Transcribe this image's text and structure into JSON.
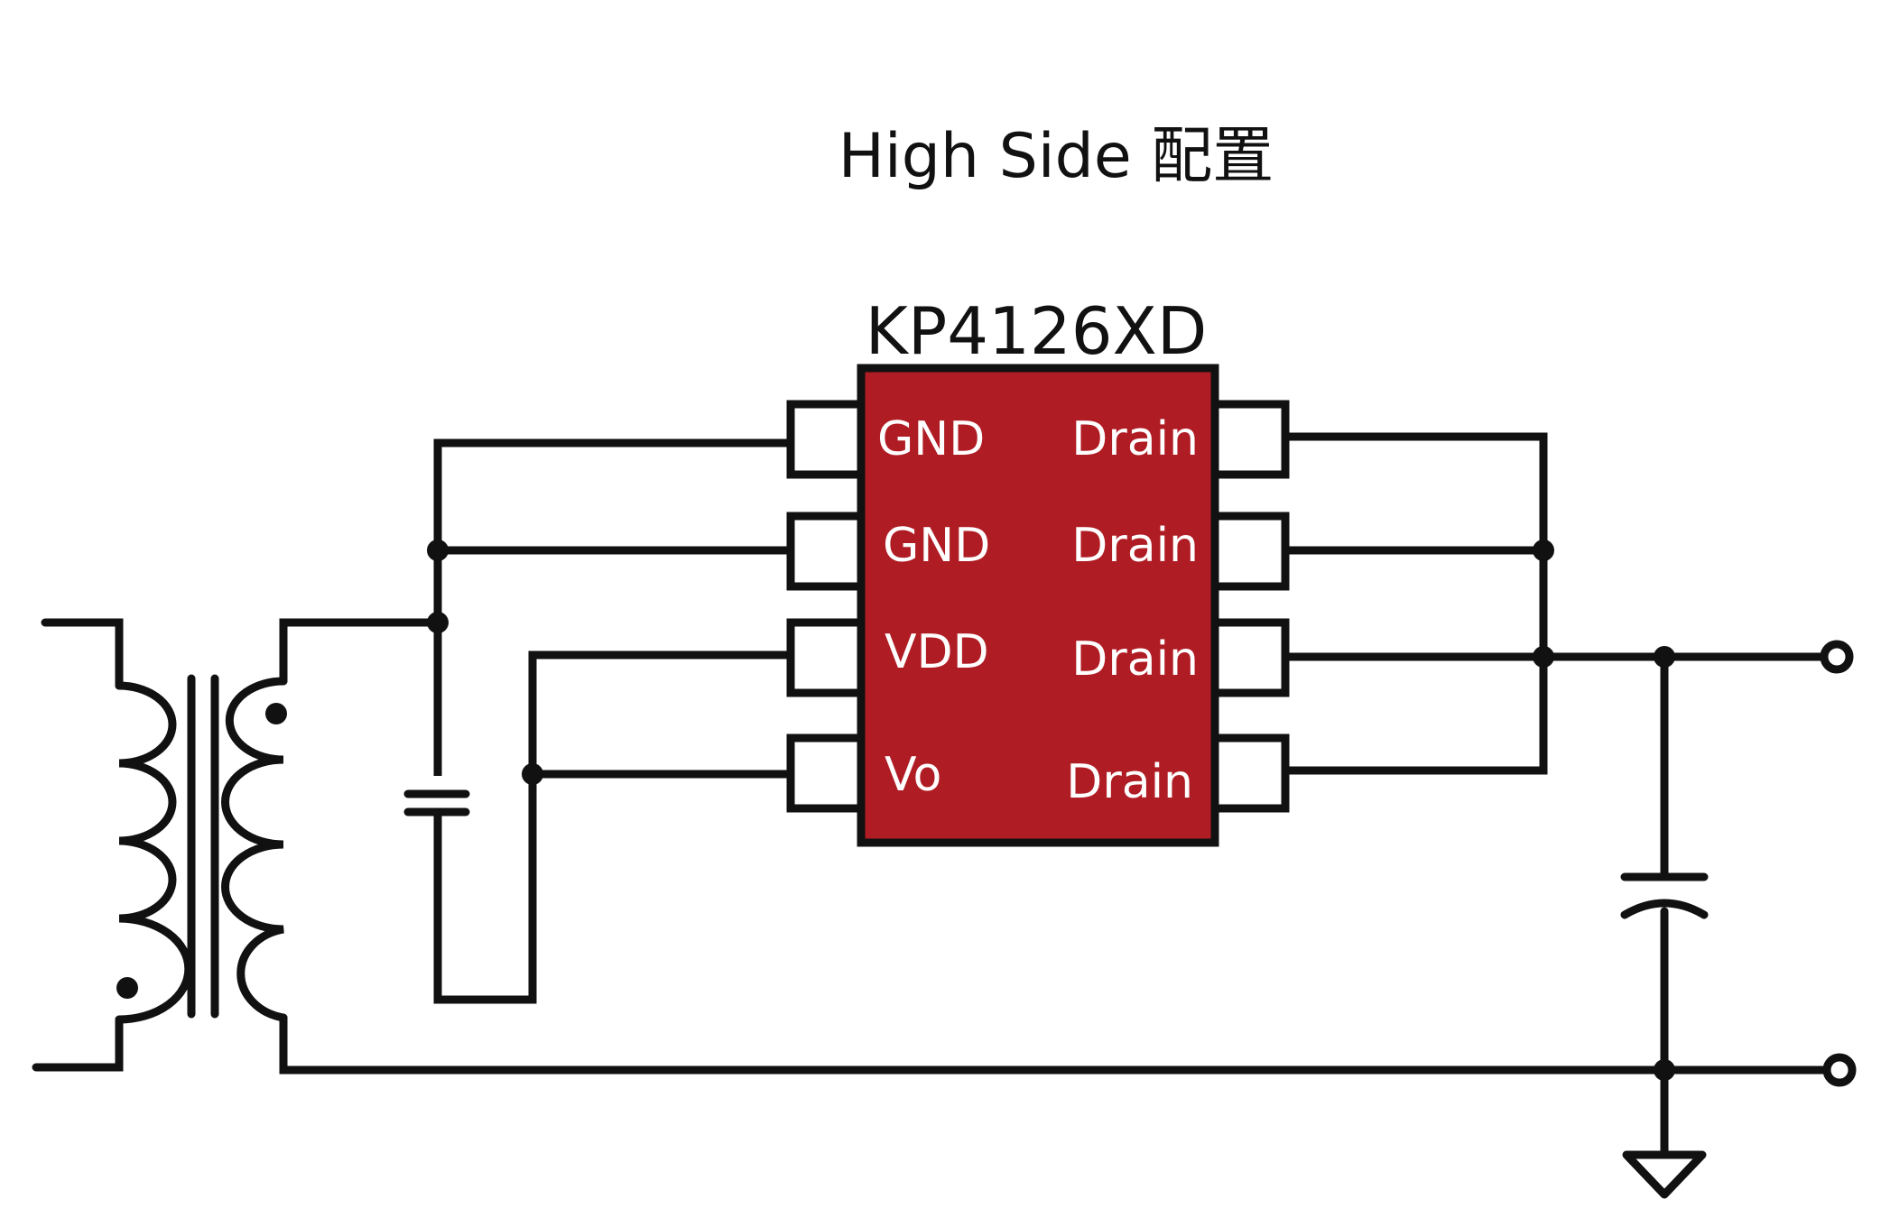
{
  "title": "High Side 配置",
  "chip": {
    "part_number": "KP4126XD",
    "body_color": "#b01c24",
    "left_pins": [
      "GND",
      "GND",
      "VDD",
      "Vo"
    ],
    "right_pins": [
      "Drain",
      "Drain",
      "Drain",
      "Drain"
    ]
  },
  "colors": {
    "wire": "#111111",
    "background": "#ffffff",
    "pin_text": "#ffffff"
  }
}
